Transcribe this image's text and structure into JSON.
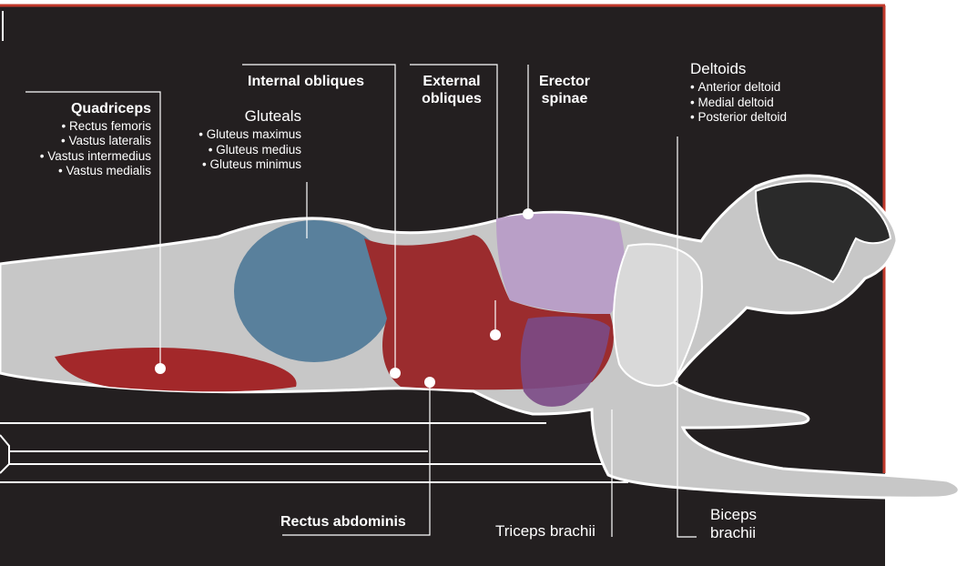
{
  "colors": {
    "background": "#231f20",
    "frame_border": "#c0392b",
    "muscle_red": "#a3282a",
    "glute_blue": "#4f7a98",
    "erector_purple": "#b79ac7",
    "abdominal_purple": "#7b4a86",
    "body_gray": "#bdbdbd",
    "label_text": "#ffffff"
  },
  "labels": {
    "quadriceps": {
      "title": "Quadriceps",
      "items": [
        "Rectus femoris",
        "Vastus lateralis",
        "Vastus intermedius",
        "Vastus medialis"
      ]
    },
    "internal_obliques": {
      "title": "Internal obliques"
    },
    "gluteals": {
      "title": "Gluteals",
      "items": [
        "Gluteus maximus",
        "Gluteus medius",
        "Gluteus minimus"
      ]
    },
    "external_obliques": {
      "line1": "External",
      "line2": "obliques"
    },
    "erector_spinae": {
      "line1": "Erector",
      "line2": "spinae"
    },
    "deltoids": {
      "title": "Deltoids",
      "items": [
        "Anterior deltoid",
        "Medial deltoid",
        "Posterior deltoid"
      ]
    },
    "rectus_abdominis": {
      "title": "Rectus abdominis"
    },
    "triceps_brachii": {
      "title": "Triceps brachii"
    },
    "biceps_brachii": {
      "line1": "Biceps",
      "line2": "brachii"
    }
  }
}
